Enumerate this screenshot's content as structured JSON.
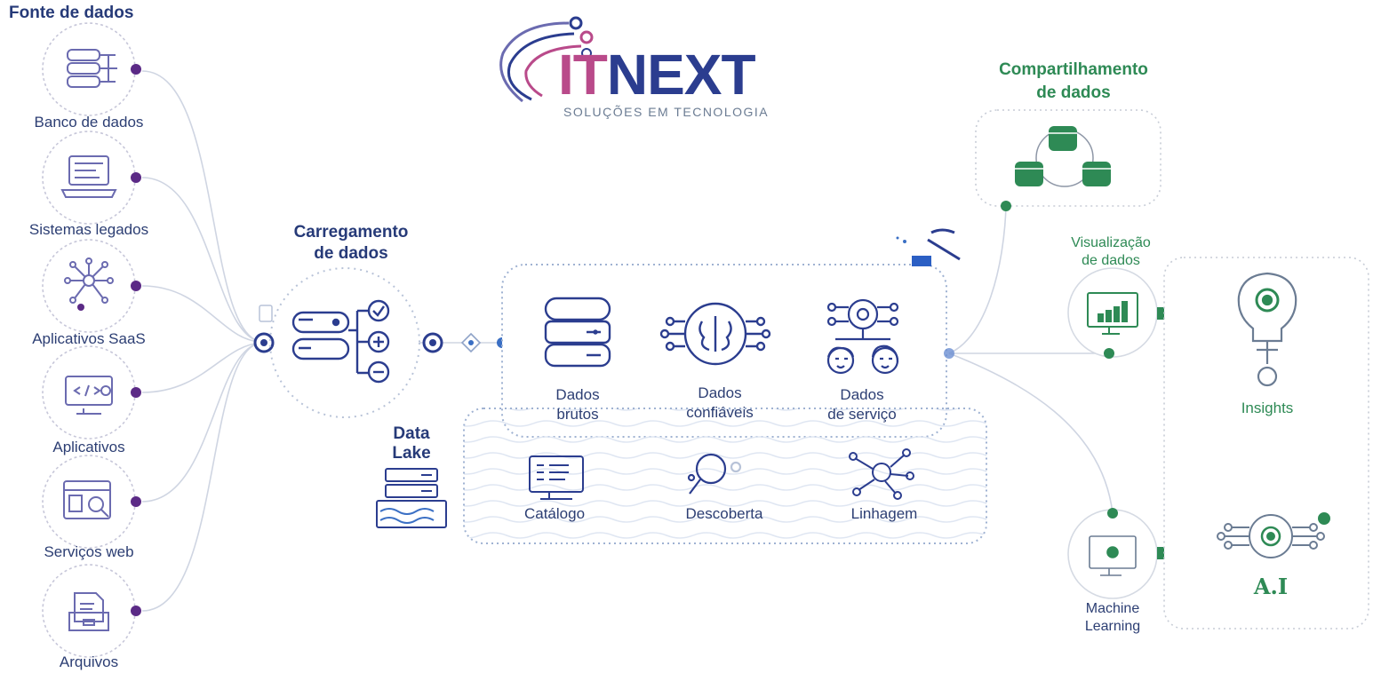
{
  "brand": {
    "name_part1": "IT",
    "name_part2": "NEXT",
    "tagline": "SOLUÇÕES EM TECNOLOGIA",
    "colors": {
      "pink": "#b94a8a",
      "navy": "#2b3d8f"
    }
  },
  "sources": {
    "title": "Fonte de dados",
    "items": [
      {
        "label": "Banco de dados",
        "icon": "database-network-icon"
      },
      {
        "label": "Sistemas legados",
        "icon": "legacy-laptop-icon"
      },
      {
        "label": "Aplicativos SaaS",
        "icon": "saas-network-icon"
      },
      {
        "label": "Aplicativos",
        "icon": "code-monitor-icon"
      },
      {
        "label": "Serviços web",
        "icon": "web-browser-search-icon"
      },
      {
        "label": "Arquivos",
        "icon": "file-archive-icon"
      }
    ]
  },
  "loading": {
    "title_line1": "Carregamento",
    "title_line2": "de dados"
  },
  "stages": [
    {
      "line1": "Dados",
      "line2": "brutos",
      "icon": "database-stack-icon"
    },
    {
      "line1": "Dados",
      "line2": "confiáveis",
      "icon": "brain-circuit-icon"
    },
    {
      "line1": "Dados",
      "line2": "de serviço",
      "icon": "people-gear-icon"
    }
  ],
  "data_lake": {
    "title_line1": "Data",
    "title_line2": "Lake",
    "tools": [
      {
        "label": "Catálogo",
        "icon": "catalog-monitor-icon"
      },
      {
        "label": "Descoberta",
        "icon": "magnifier-icon"
      },
      {
        "label": "Linhagem",
        "icon": "lineage-graph-icon"
      }
    ]
  },
  "sharing": {
    "title_line1": "Compartilhamento",
    "title_line2": "de dados"
  },
  "visualization": {
    "line1": "Visualização",
    "line2": "de dados"
  },
  "machine_learning": {
    "line1": "Machine",
    "line2": "Learning"
  },
  "outputs": {
    "insights": "Insights",
    "ai": "A.I"
  },
  "colors": {
    "navy": "#263a78",
    "purple": "#5b2a86",
    "green": "#2e8a55",
    "blue": "#3a6fc4",
    "dotted": "#b8c3d8"
  }
}
